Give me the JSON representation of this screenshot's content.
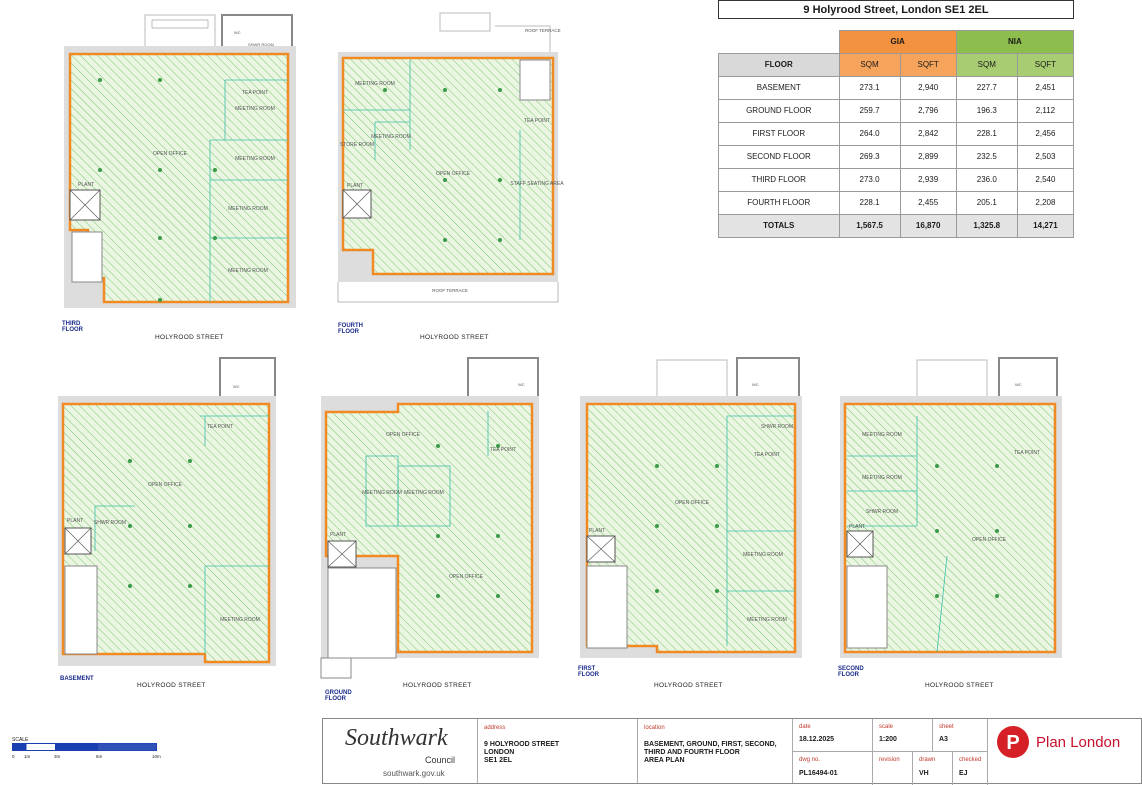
{
  "table": {
    "title": "9 Holyrood Street, London SE1 2EL",
    "group_gia": "GIA",
    "group_nia": "NIA",
    "col_floor": "FLOOR",
    "col_sqm": "SQM",
    "col_sqft": "SQFT",
    "rows": [
      {
        "floor": "BASEMENT",
        "gia_sqm": "273.1",
        "gia_sqft": "2,940",
        "nia_sqm": "227.7",
        "nia_sqft": "2,451"
      },
      {
        "floor": "GROUND FLOOR",
        "gia_sqm": "259.7",
        "gia_sqft": "2,796",
        "nia_sqm": "196.3",
        "nia_sqft": "2,112"
      },
      {
        "floor": "FIRST FLOOR",
        "gia_sqm": "264.0",
        "gia_sqft": "2,842",
        "nia_sqm": "228.1",
        "nia_sqft": "2,456"
      },
      {
        "floor": "SECOND FLOOR",
        "gia_sqm": "269.3",
        "gia_sqft": "2,899",
        "nia_sqm": "232.5",
        "nia_sqft": "2,503"
      },
      {
        "floor": "THIRD FLOOR",
        "gia_sqm": "273.0",
        "gia_sqft": "2,939",
        "nia_sqm": "236.0",
        "nia_sqft": "2,540"
      },
      {
        "floor": "FOURTH FLOOR",
        "gia_sqm": "228.1",
        "gia_sqft": "2,455",
        "nia_sqm": "205.1",
        "nia_sqft": "2,208"
      }
    ],
    "totals": {
      "floor": "TOTALS",
      "gia_sqm": "1,567.5",
      "gia_sqft": "16,870",
      "nia_sqm": "1,325.8",
      "nia_sqft": "14,271"
    }
  },
  "plans": {
    "third": {
      "label_1": "THIRD",
      "label_2": "FLOOR",
      "street": "HOLYROOD STREET"
    },
    "fourth": {
      "label_1": "FOURTH",
      "label_2": "FLOOR",
      "street": "HOLYROOD STREET",
      "roof_terrace": "ROOF TERRACE"
    },
    "basement": {
      "label_1": "BASEMENT",
      "label_2": "",
      "street": "HOLYROOD STREET"
    },
    "ground": {
      "label_1": "GROUND",
      "label_2": "FLOOR",
      "street": "HOLYROOD STREET"
    },
    "first": {
      "label_1": "FIRST",
      "label_2": "FLOOR",
      "street": "HOLYROOD STREET"
    },
    "second": {
      "label_1": "SECOND",
      "label_2": "FLOOR",
      "street": "HOLYROOD STREET"
    }
  },
  "rooms": {
    "open_office": "OPEN OFFICE",
    "meeting_room": "MEETING ROOM",
    "tea_point": "TEA POINT",
    "plant": "PLANT",
    "wc": "WC",
    "shwr_room": "SHWR ROOM",
    "store_room": "STORE ROOM",
    "staff_seating": "STAFF SEATING AREA"
  },
  "scale_bar": {
    "title": "SCALE",
    "ticks": [
      "0",
      "1m",
      "3m",
      "6m",
      "10m"
    ]
  },
  "title_block": {
    "logo_name": "Southwark",
    "logo_sub": "Council",
    "logo_url": "southwark.gov.uk",
    "address_h": "address",
    "address_1": "9 HOLYROOD STREET",
    "address_2": "LONDON",
    "address_3": "SE1 2EL",
    "location_h": "location",
    "location_1": "BASEMENT, GROUND, FIRST, SECOND,",
    "location_2": "THIRD AND FOURTH FLOOR",
    "location_3": "AREA PLAN",
    "date_h": "date",
    "date_v": "18.12.2025",
    "scale_h": "scale",
    "scale_v": "1:200",
    "sheet_h": "sheet",
    "sheet_v": "A3",
    "dwg_h": "dwg no.",
    "dwg_v": "PL16494-01",
    "revision_h": "revision",
    "revision_v": "",
    "drawn_h": "drawn",
    "drawn_v": "VH",
    "checked_h": "checked",
    "checked_v": "EJ",
    "brand": "Plan London"
  },
  "colors": {
    "gia": "#f2913e",
    "nia": "#8cbd4d",
    "boundary": "#f08a24",
    "hatch": "#5cb85c",
    "label": "#1a2a8a"
  }
}
